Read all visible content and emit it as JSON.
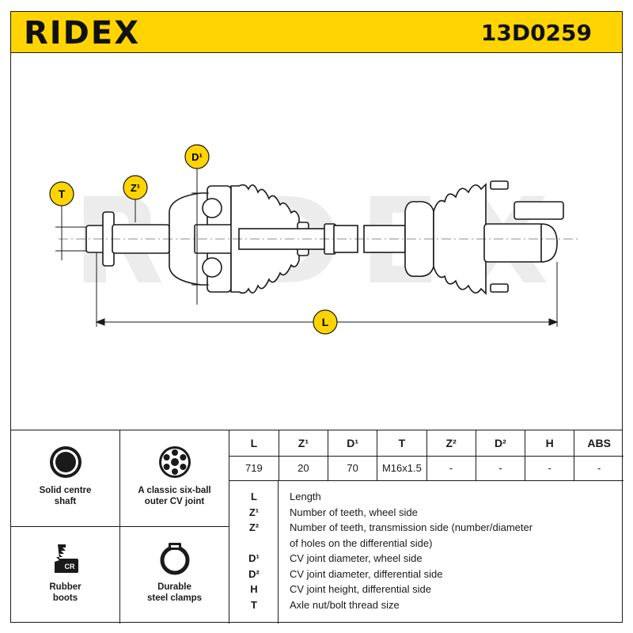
{
  "header": {
    "brand": "RIDEX",
    "part_number": "13D0259"
  },
  "drawing": {
    "watermark": "RIDEX",
    "callouts": {
      "t": "T",
      "z1": "Z¹",
      "d1": "D¹",
      "l": "L"
    }
  },
  "features": [
    {
      "label": "Solid centre\nshaft",
      "icon": "solid-shaft-icon"
    },
    {
      "label": "A classic six-ball\nouter CV joint",
      "icon": "six-ball-joint-icon"
    },
    {
      "label": "Rubber\nboots",
      "icon": "rubber-boot-icon",
      "badge": "CR"
    },
    {
      "label": "Durable\nsteel clamps",
      "icon": "steel-clamp-icon"
    }
  ],
  "spec": {
    "headers": [
      "L",
      "Z¹",
      "D¹",
      "T",
      "Z²",
      "D²",
      "H",
      "ABS"
    ],
    "values": [
      "719",
      "20",
      "70",
      "M16x1.5",
      "-",
      "-",
      "-",
      "-"
    ]
  },
  "legend": [
    {
      "key": "L",
      "text": "Length"
    },
    {
      "key": "Z¹",
      "text": "Number of teeth, wheel side"
    },
    {
      "key": "Z²",
      "text": "Number of teeth, transmission side (number/diameter"
    },
    {
      "key": "",
      "text": "of holes on the differential side)"
    },
    {
      "key": "D¹",
      "text": "CV joint diameter, wheel side"
    },
    {
      "key": "D²",
      "text": "CV joint diameter, differential side"
    },
    {
      "key": "H",
      "text": "CV joint height, differential side"
    },
    {
      "key": "T",
      "text": "Axle nut/bolt thread size"
    }
  ],
  "colors": {
    "accent": "#ffd400",
    "ink": "#1a1a1a",
    "watermark": "#e6e6e6"
  }
}
